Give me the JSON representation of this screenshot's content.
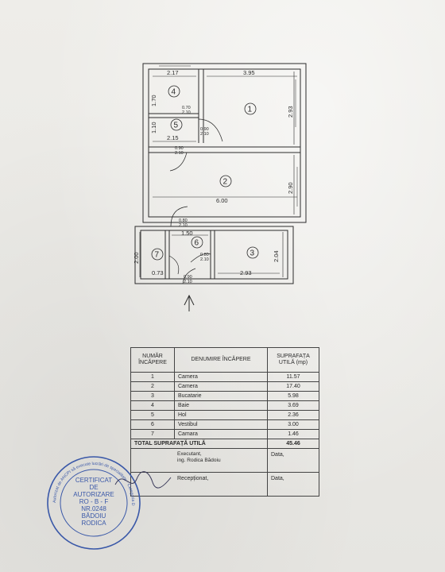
{
  "floorplan": {
    "dimensions": {
      "d_217": "2.17",
      "d_395": "3.95",
      "d_170": "1.70",
      "d_293": "2.93",
      "d_110": "1.10",
      "d_215": "2.15",
      "d_290": "2.90",
      "d_600": "6.00",
      "d_150": "1.50",
      "d_200": "2.00",
      "d_204": "2.04",
      "d_073": "0.73",
      "d_293b": "2.93"
    },
    "doors": {
      "d1": [
        "0.70",
        "2.10"
      ],
      "d2": [
        "0.90",
        "2.10"
      ],
      "d3": [
        "0.90",
        "2.10"
      ],
      "d4": [
        "0.80",
        "2.10"
      ],
      "d5": [
        "0.80",
        "2.10"
      ],
      "d6": [
        "0.90",
        "2.10"
      ]
    },
    "room_numbers": [
      "1",
      "2",
      "3",
      "4",
      "5",
      "6",
      "7"
    ]
  },
  "table": {
    "header": {
      "col1": "NUMĂR ÎNCĂPERE",
      "col2": "DENUMIRE ÎNCĂPERE",
      "col3": "SUPRAFAȚA UTILĂ (mp)"
    },
    "rows": [
      {
        "no": "1",
        "name": "Camera",
        "area": "11.57"
      },
      {
        "no": "2",
        "name": "Camera",
        "area": "17.40"
      },
      {
        "no": "3",
        "name": "Bucatarie",
        "area": "5.98"
      },
      {
        "no": "4",
        "name": "Baie",
        "area": "3.69"
      },
      {
        "no": "5",
        "name": "Hol",
        "area": "2.36"
      },
      {
        "no": "6",
        "name": "Vestibul",
        "area": "3.00"
      },
      {
        "no": "7",
        "name": "Camara",
        "area": "1.46"
      }
    ],
    "total_label": "TOTAL SUPRAFAȚĂ UTILĂ",
    "total_value": "45.46",
    "executant_label": "Executant,",
    "executant_name": "ing. Rodica Bădoiu",
    "date_label_1": "Data,",
    "receptionat_label": "Recepționat,",
    "date_label_2": "Data,"
  },
  "stamp": {
    "lines": [
      "CERTIFICAT",
      "DE",
      "AUTORIZARE",
      "RO - B - F",
      "NR.0248",
      "BĂDOIU",
      "RODICA"
    ],
    "ring_text": "Autorizat de ANCPI să execute lucrări de specialitate · Categoria D"
  },
  "colors": {
    "ink": "#2a2a2a",
    "stamp": "#3a58a8"
  }
}
